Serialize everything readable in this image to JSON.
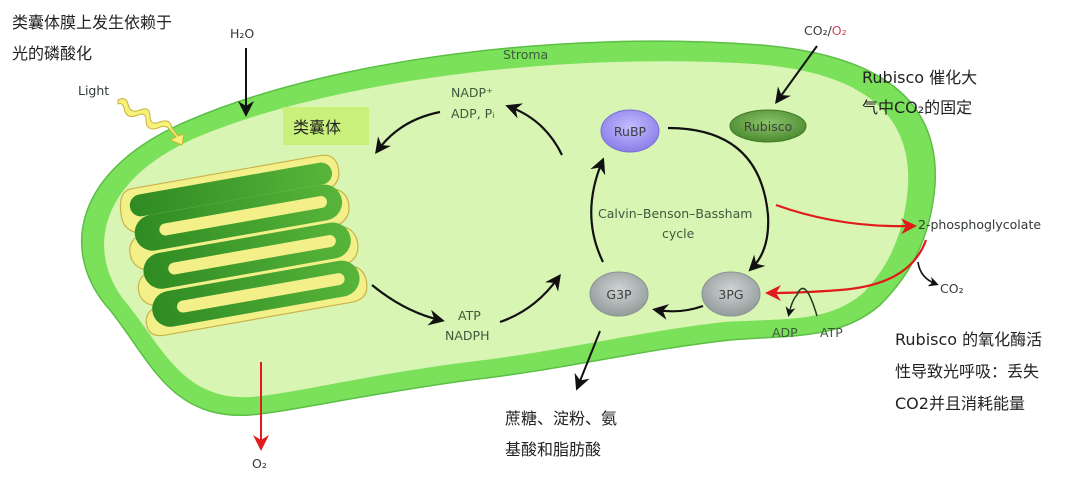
{
  "diagram": {
    "title": "Chloroplast photosynthesis and photorespiration",
    "annotations": {
      "thylakoid_phosphorylation": [
        "类囊体膜上发生依赖于",
        "光的磷酸化"
      ],
      "rubisco_fixation": [
        "Rubisco 催化大",
        "气中CO₂的固定"
      ],
      "rubisco_oxygenase": [
        "Rubisco 的氧化酶活",
        "性导致光呼吸：丢失",
        "CO2并且消耗能量"
      ],
      "products": [
        "蔗糖、淀粉、氨",
        "基酸和脂肪酸"
      ]
    },
    "labels": {
      "light": "Light",
      "h2o": "H₂O",
      "stroma": "Stroma",
      "co2": "CO₂",
      "slash": "/",
      "o2": "O₂",
      "thylakoid": "类囊体",
      "nadp": "NADP⁺",
      "adp_pi": "ADP, Pᵢ",
      "atp": "ATP",
      "nadph": "NADPH",
      "cycle_line1": "Calvin–Benson–Bassham",
      "cycle_line2": "cycle",
      "phosphoglycolate": "2-phosphoglycolate",
      "co2_released": "CO₂",
      "adp_small": "ADP",
      "atp_small": "ATP",
      "o2_out": "O₂"
    },
    "nodes": {
      "rubp": "RuBP",
      "rubisco": "Rubisco",
      "g3p": "G3P",
      "pg3": "3PG"
    },
    "colors": {
      "chloroplast_outer": "#7be05a",
      "stroma_fill": "#d9f5b3",
      "thylakoid_dark": "#3f9e2a",
      "thylakoid_edge": "#f3f08a",
      "thylakoid_label_bg": "#c8f07a",
      "rubp": "#9b8ff0",
      "rubisco": "#5e9a3e",
      "grey_node": "#a6aeae",
      "photorespiration_arrow": "#e11b1b",
      "o2_text": "#d24a5a"
    }
  }
}
